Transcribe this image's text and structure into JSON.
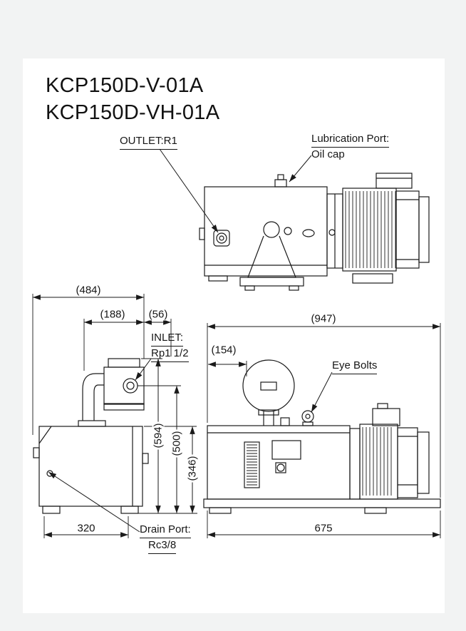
{
  "colors": {
    "line": "#1a1a1a",
    "paper": "#ffffff",
    "background": "#f2f3f3"
  },
  "title": {
    "model_1": "KCP150D-V-01A",
    "model_2": "KCP150D-VH-01A"
  },
  "callouts": {
    "outlet": "OUTLET:R1",
    "lubrication_line1": "Lubrication Port:",
    "lubrication_line2": "Oil cap",
    "inlet_line1": "INLET:",
    "inlet_line2": "Rp1 1/2",
    "eye_bolts": "Eye Bolts",
    "drain_line1": "Drain Port:",
    "drain_line2": "Rc3/8"
  },
  "dimensions": {
    "overall_depth": "(484)",
    "inlet_offset": "(188)",
    "inlet_stub": "(56)",
    "overall_length": "(947)",
    "gauge_offset": "(154)",
    "overall_height": "(594)",
    "gauge_height": "(500)",
    "body_height": "(346)",
    "foot_pitch_side": "320",
    "foot_pitch_front": "675"
  }
}
